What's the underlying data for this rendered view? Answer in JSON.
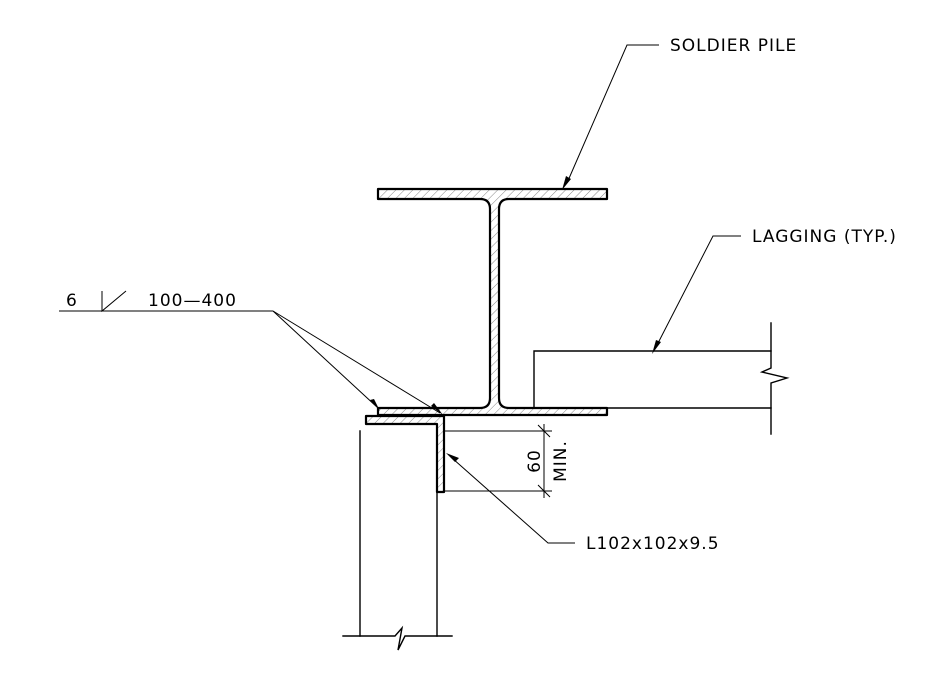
{
  "labels": {
    "soldier_pile": "SOLDIER PILE",
    "lagging": "LAGGING (TYP.)",
    "weld_size": "6",
    "weld_length_pitch": "100—400",
    "angle_size": "L102x102x9.5",
    "dim_value": "60",
    "dim_note": "MIN."
  },
  "colors": {
    "line": "#000000",
    "hatch": "#888888",
    "background": "#ffffff"
  }
}
